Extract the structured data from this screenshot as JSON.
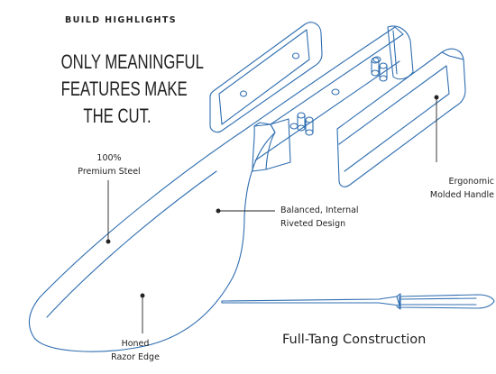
{
  "header": {
    "kicker": "BUILD HIGHLIGHTS",
    "headline": [
      "ONLY MEANINGFUL",
      "FEATURES MAKE",
      "THE CUT."
    ]
  },
  "callouts": {
    "steel": [
      "100%",
      "Premium Steel"
    ],
    "rivets": [
      "Balanced, Internal",
      "Riveted Design"
    ],
    "handle": [
      "Ergonomic",
      "Molded Handle"
    ],
    "edge": [
      "Honed",
      "Razor Edge"
    ]
  },
  "tang": {
    "caption": "Full-Tang Construction"
  },
  "colors": {
    "line_art": "#2f6eb0",
    "leader": "#222222"
  }
}
